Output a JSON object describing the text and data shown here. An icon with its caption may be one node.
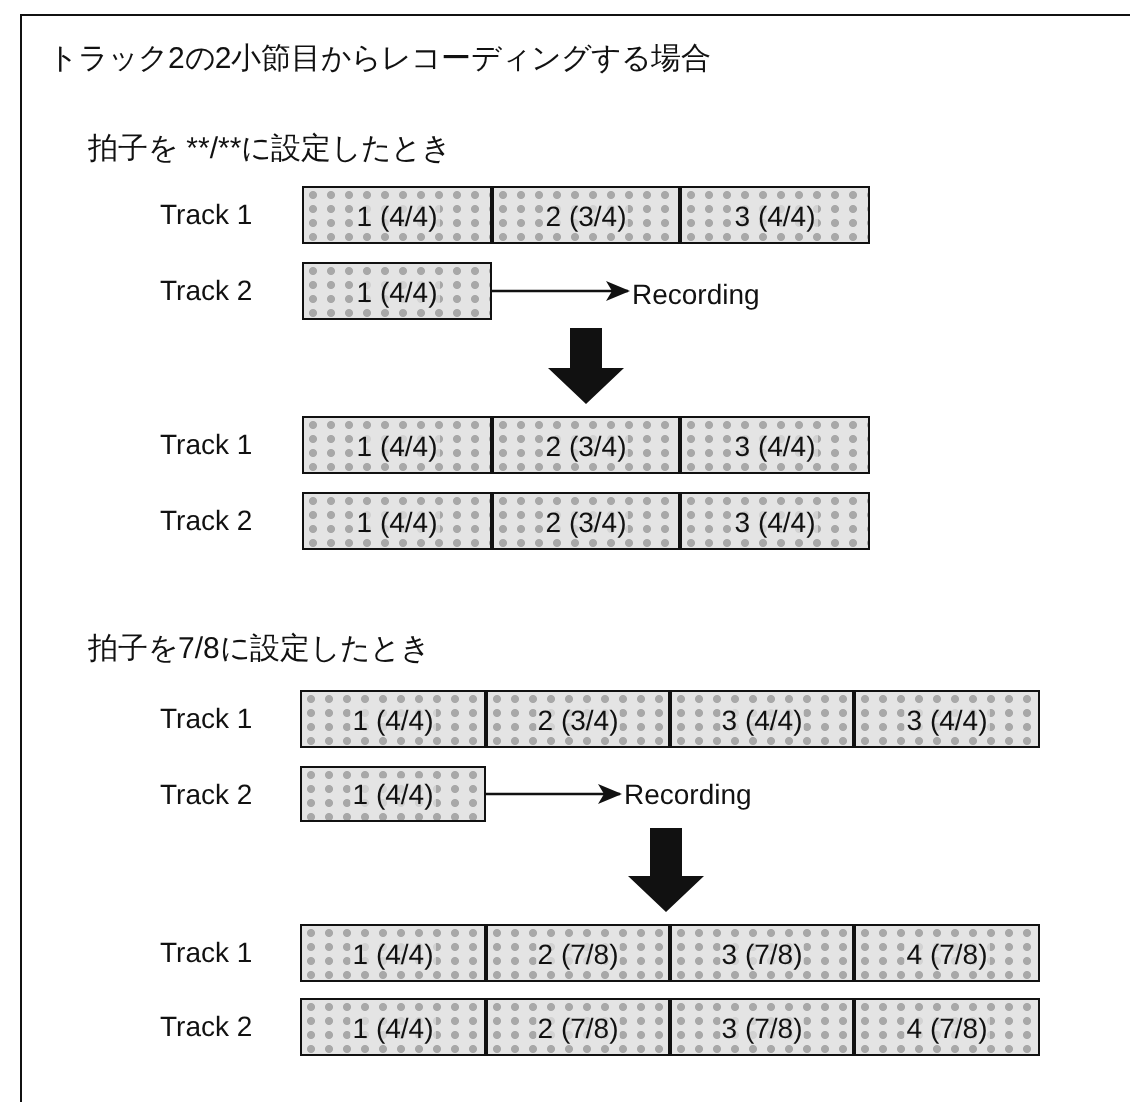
{
  "diagram": {
    "title": "トラック2の2小節目からレコーディングする場合",
    "nodes": [
      {
        "text": [
          "1 (4/4)"
        ]
      },
      {
        "text": [
          "2 (3/4)"
        ]
      },
      {
        "text": [
          "3 (4/4)"
        ]
      },
      {
        "text": [
          "1 (4/4)"
        ]
      },
      {
        "text": [
          "Recording"
        ]
      },
      {
        "text": [
          "1 (4/4)"
        ]
      },
      {
        "text": [
          "2 (3/4)"
        ]
      },
      {
        "text": [
          "3 (4/4)"
        ]
      },
      {
        "text": [
          "1 (4/4)"
        ]
      },
      {
        "text": [
          "2 (3/4)"
        ]
      },
      {
        "text": [
          "3 (4/4)"
        ]
      },
      {
        "text": [
          "1 (4/4)"
        ]
      },
      {
        "text": [
          "2 (3/4)"
        ]
      },
      {
        "text": [
          "3 (4/4)"
        ]
      },
      {
        "text": [
          "3 (4/4)"
        ]
      },
      {
        "text": [
          "1 (4/4)"
        ]
      },
      {
        "text": [
          "Recording"
        ]
      },
      {
        "text": [
          "1 (4/4)"
        ]
      },
      {
        "text": [
          "2 (7/8)"
        ]
      },
      {
        "text": [
          "3 (7/8)"
        ]
      },
      {
        "text": [
          "4 (7/8)"
        ]
      },
      {
        "text": [
          "1 (4/4)"
        ]
      },
      {
        "text": [
          "2 (7/8)"
        ]
      },
      {
        "text": [
          "3 (7/8)"
        ]
      },
      {
        "text": [
          "4 (7/8)"
        ]
      }
    ],
    "edges": [
      {
        "from": 3,
        "to": 4,
        "arrow": "to"
      },
      {
        "from": 15,
        "to": 16,
        "arrow": "to"
      },
      {
        "from": 4,
        "to": 6,
        "arrow": "to",
        "style": "thick"
      },
      {
        "from": 16,
        "to": 18,
        "arrow": "to",
        "style": "thick"
      }
    ],
    "labels": [
      "拍子を **/**に設定したとき",
      "Track 1",
      "Track 2",
      "Track 1",
      "Track 2",
      "拍子を7/8に設定したとき",
      "Track 1",
      "Track 2",
      "Track 1",
      "Track 2"
    ]
  }
}
